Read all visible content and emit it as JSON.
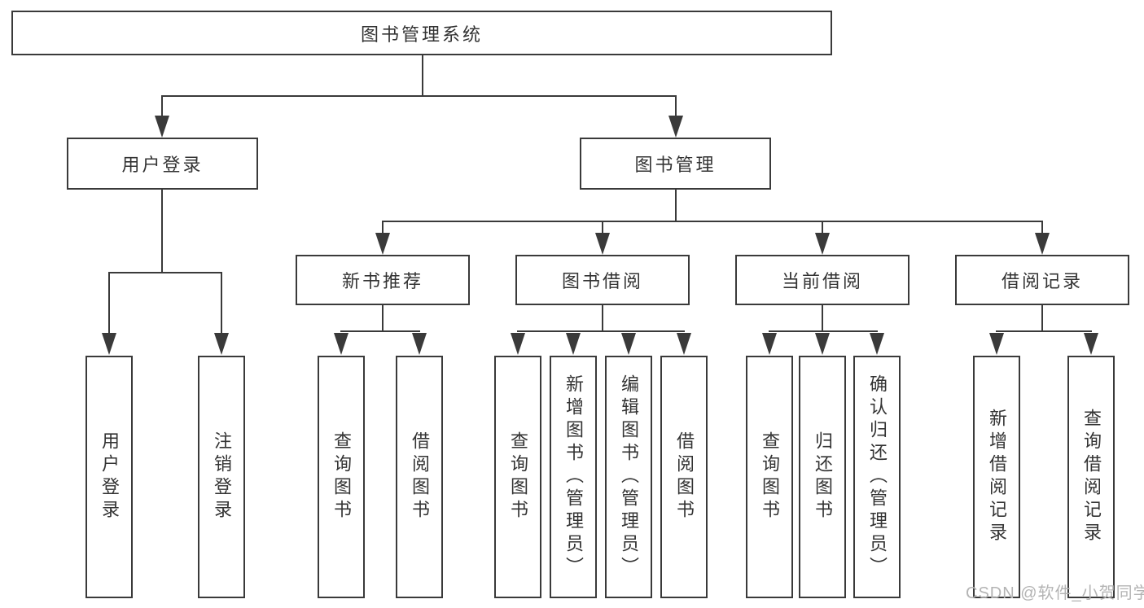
{
  "colors": {
    "line": "#3a3a3a",
    "text": "#333333",
    "watermark": "#b4b4b4",
    "background": "#ffffff"
  },
  "watermark": "CSDN @软件_小贺同学",
  "tree": {
    "root": {
      "label": "图书管理系统",
      "children": [
        {
          "label": "用户登录",
          "children": [
            {
              "label": "用户登录"
            },
            {
              "label": "注销登录"
            }
          ]
        },
        {
          "label": "图书管理",
          "children": [
            {
              "label": "新书推荐",
              "children": [
                {
                  "label": "查询图书"
                },
                {
                  "label": "借阅图书"
                }
              ]
            },
            {
              "label": "图书借阅",
              "children": [
                {
                  "label": "查询图书"
                },
                {
                  "label": "新增图书（管理员）"
                },
                {
                  "label": "编辑图书（管理员）"
                },
                {
                  "label": "借阅图书"
                }
              ]
            },
            {
              "label": "当前借阅",
              "children": [
                {
                  "label": "查询图书"
                },
                {
                  "label": "归还图书"
                },
                {
                  "label": "确认归还（管理员）"
                }
              ]
            },
            {
              "label": "借阅记录",
              "children": [
                {
                  "label": "新增借阅记录"
                },
                {
                  "label": "查询借阅记录"
                }
              ]
            }
          ]
        }
      ]
    }
  }
}
